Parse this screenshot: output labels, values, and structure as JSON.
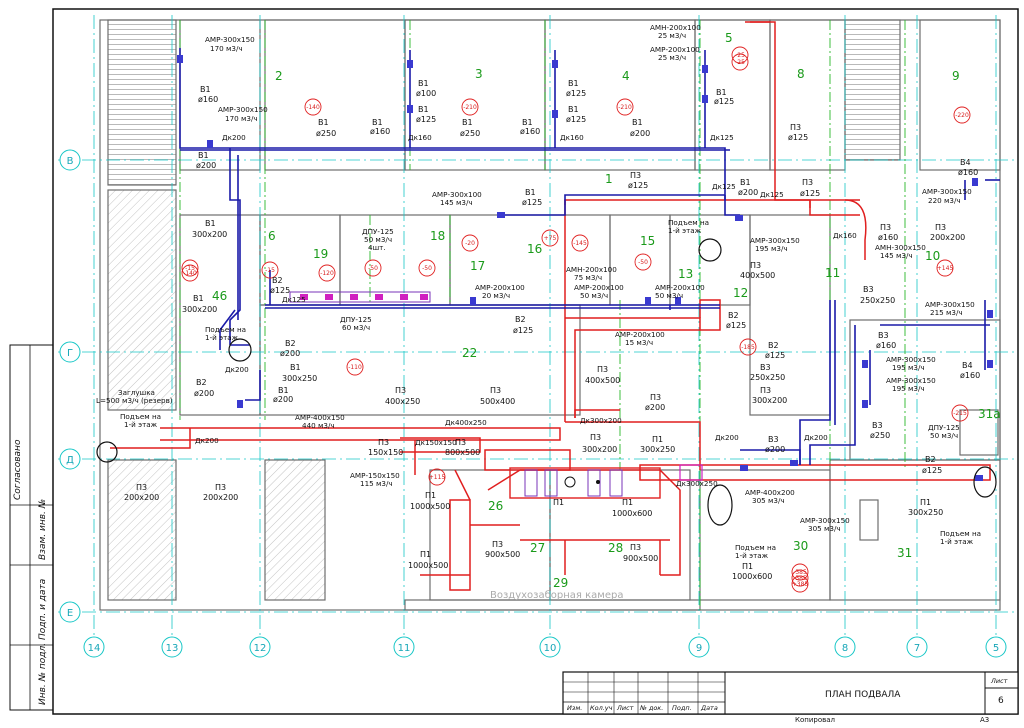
{
  "axes_h": [
    "В",
    "Г",
    "Д",
    "Е"
  ],
  "axes_v": [
    "14",
    "13",
    "12",
    "11",
    "10",
    "9",
    "8",
    "7",
    "5"
  ],
  "rooms": [
    "1",
    "2",
    "3",
    "4",
    "5",
    "6",
    "8",
    "9",
    "10",
    "11",
    "12",
    "13",
    "15",
    "16",
    "17",
    "18",
    "19",
    "22",
    "26",
    "27",
    "28",
    "29",
    "30",
    "31",
    "31а",
    "46"
  ],
  "red_marks": [
    "-25",
    "-25",
    "-140",
    "-210",
    "-210",
    "-220",
    "-15",
    "-120",
    "-50",
    "-50",
    "-20",
    "+75",
    "-145",
    "-50",
    "-15",
    "-140",
    "-110",
    "-185",
    "-385",
    "+115",
    "-385",
    "+385",
    "+145",
    "-215"
  ],
  "labels": {
    "amp300_150": "АМР-300x150",
    "m170": "170 м3/ч",
    "b1": "В1",
    "d160": "ø160",
    "d125": "ø125",
    "d100": "ø100",
    "d200": "ø200",
    "d250": "ø250",
    "amn200_100": "АМН-200x100",
    "m25": "25 м3/ч",
    "amr200_100": "АМР-200x100",
    "p3": "П3",
    "dk200": "Дк200",
    "dk160": "Дк160",
    "dk125": "Дк125",
    "b1_300_200": "300x200",
    "amr300_100": "АМР-300x100",
    "m145": "145 м3/ч",
    "dpu125": "ДПУ-125",
    "m50_4": "50 м3/ч",
    "sht4": "4шт.",
    "m60": "60 м3/ч",
    "b2": "В2",
    "amr200_100b": "АМР-200x100",
    "m20": "20 м3/ч",
    "amn200_100b": "АМН-200x100",
    "m75": "75 м3/ч",
    "m50": "50 м3/ч",
    "podem": "Подъем на",
    "floor1": "1-й этаж",
    "p3_400_500": "400x500",
    "amr300_150": "АМР-300x150",
    "m195": "195 м3/ч",
    "amp150_150": "АМН-300x150",
    "m145b": "145 м3/ч",
    "b3": "В3",
    "s250_250": "250x250",
    "m215": "215 м3/ч",
    "b4": "В4",
    "m220": "220 м3/ч",
    "p3_200_200": "200x200",
    "s300_250": "300x250",
    "amp400_150": "АМР-400x150",
    "m440": "440 м3/ч",
    "zaglushka": "Заглушка",
    "rezerv": "L=500 м3/ч (резерв)",
    "s200_200": "200x200",
    "s400_250": "400x250",
    "s500_400": "500x400",
    "dk400_250": "Дк400x250",
    "dk300_200": "Дк300x200",
    "s800_500": "800x500",
    "s150_150": "150x150",
    "amp150_150b": "АМР-150x150",
    "m115": "115 м3/ч",
    "dk150_150": "Дк150x150",
    "p1": "П1",
    "s1000_500": "1000x500",
    "s1000_600": "1000x600",
    "s900_500": "900x500",
    "s300_200": "300x200",
    "s300_250b": "300x250",
    "amp400_200": "АМР-400x200",
    "m305": "305 м3/ч",
    "amp300_150c": "АМР-300x150",
    "m305b": "305 м3/ч",
    "dk300_250": "Дк300x250",
    "m15": "15 м3/ч",
    "m50b": "50 м3/ч",
    "p2": "ø200",
    "zabor": "Воздухозаборная камера",
    "dk200b": "Дк200"
  },
  "stamp": {
    "cols": [
      "Изм.",
      "Кол.уч",
      "Лист",
      "№ док.",
      "Подп.",
      "Дата"
    ],
    "title": "ПЛАН ПОДВАЛА",
    "sheet_label": "Лист",
    "sheet_no": "6",
    "bottom_left": "Копировал",
    "format": "А3"
  },
  "side": {
    "agreed": "Согласовано",
    "inv_replace": "Взам. инв. №",
    "sign_date": "Подп. и дата",
    "inv_orig": "Инв. № подл."
  }
}
